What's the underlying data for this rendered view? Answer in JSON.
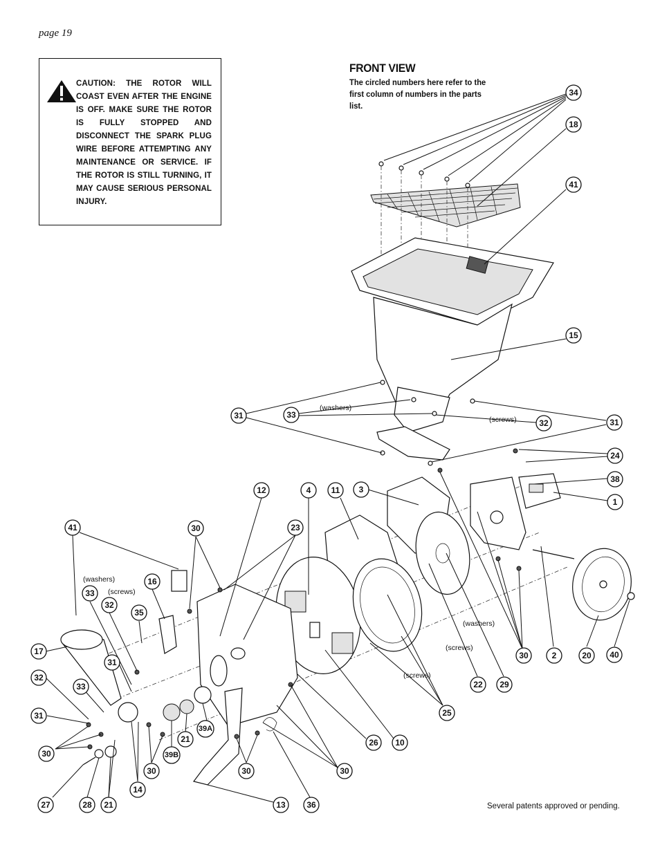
{
  "page": {
    "label": "page  19"
  },
  "caution": {
    "icon": "warning-triangle-icon",
    "text": "CAUTION: THE ROTOR WILL COAST EVEN AFTER THE ENGINE IS OFF. MAKE SURE THE ROTOR IS FULLY STOPPED AND DISCONNECT THE SPARK PLUG WIRE BEFORE ATTEMPTING ANY MAINTENANCE OR SERVICE. IF THE ROTOR IS STILL TURNING, IT MAY CAUSE SERIOUS PERSONAL INJURY."
  },
  "front_view": {
    "title": "FRONT VIEW",
    "note": "The circled numbers here refer to the first column of numbers in the parts list."
  },
  "footer": {
    "note": "Several patents approved or pending."
  },
  "annotations": {
    "washers_1": "(washers)",
    "screws_1": "(screws)",
    "washers_2": "(washers)",
    "screws_2": "(screws)",
    "washers_3": "(washers)",
    "screws_3": "(screws)",
    "screws_4": "(screws)"
  },
  "callouts": {
    "c34": "34",
    "c18": "18",
    "c41a": "41",
    "c15": "15",
    "c31a": "31",
    "c33a": "33",
    "c32a": "32",
    "c31b": "31",
    "c24": "24",
    "c38": "38",
    "c1": "1",
    "c12": "12",
    "c4": "4",
    "c11": "11",
    "c3": "3",
    "c41b": "41",
    "c30a": "30",
    "c23": "23",
    "c16": "16",
    "c33b": "33",
    "c32b": "32",
    "c35": "35",
    "c17": "17",
    "c31c": "31",
    "c32c": "32",
    "c33c": "33",
    "c31d": "31",
    "c30b": "30",
    "c39a": "39A",
    "c21a": "21",
    "c39b": "39B",
    "c30c": "30",
    "c30d": "30",
    "c30e": "30",
    "c14": "14",
    "c27": "27",
    "c28": "28",
    "c21b": "21",
    "c13": "13",
    "c36": "36",
    "c26": "26",
    "c10": "10",
    "c25": "25",
    "c22": "22",
    "c29": "29",
    "c30f": "30",
    "c2": "2",
    "c20": "20",
    "c40": "40"
  }
}
